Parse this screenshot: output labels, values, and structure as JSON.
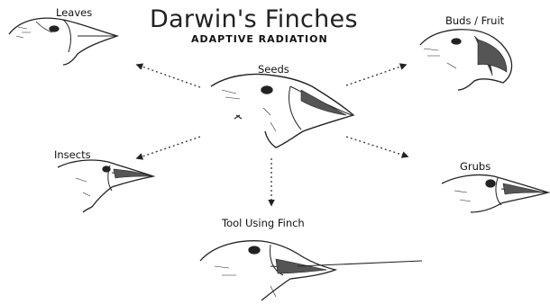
{
  "diagram": {
    "title": "Darwin's Finches",
    "subtitle": "ADAPTIVE RADIATION",
    "center": {
      "label": "Seeds",
      "icon": "finch-seeds-beak-icon"
    },
    "branches": [
      {
        "label": "Leaves",
        "icon": "finch-leaves-beak-icon"
      },
      {
        "label": "Buds / Fruit",
        "icon": "finch-buds-fruit-beak-icon"
      },
      {
        "label": "Insects",
        "icon": "finch-insects-beak-icon"
      },
      {
        "label": "Grubs",
        "icon": "finch-grubs-beak-icon"
      },
      {
        "label": "Tool Using Finch",
        "icon": "finch-tool-using-beak-icon"
      }
    ],
    "colors": {
      "ink": "#1a1a1a",
      "background": "#ffffff"
    }
  }
}
